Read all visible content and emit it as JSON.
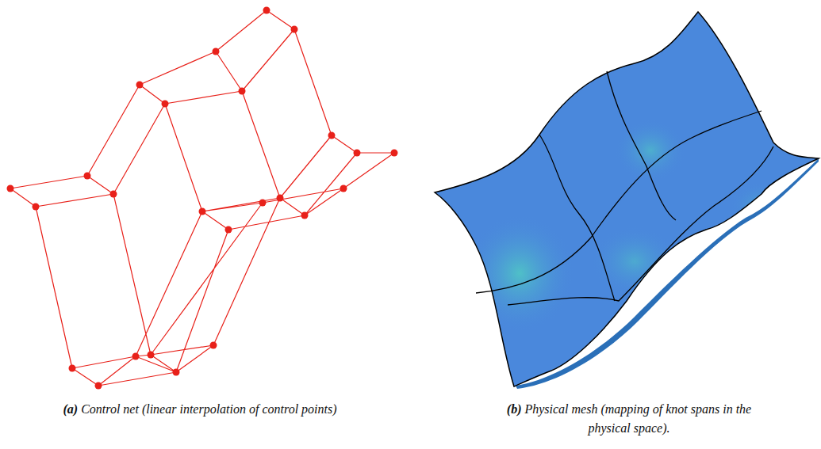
{
  "diagram": {
    "labels": [
      "(a)",
      "Control net (linear interpolation of control points)",
      "(b)",
      "Physical mesh (mapping of knot spans in the physical space)."
    ]
  }
}
